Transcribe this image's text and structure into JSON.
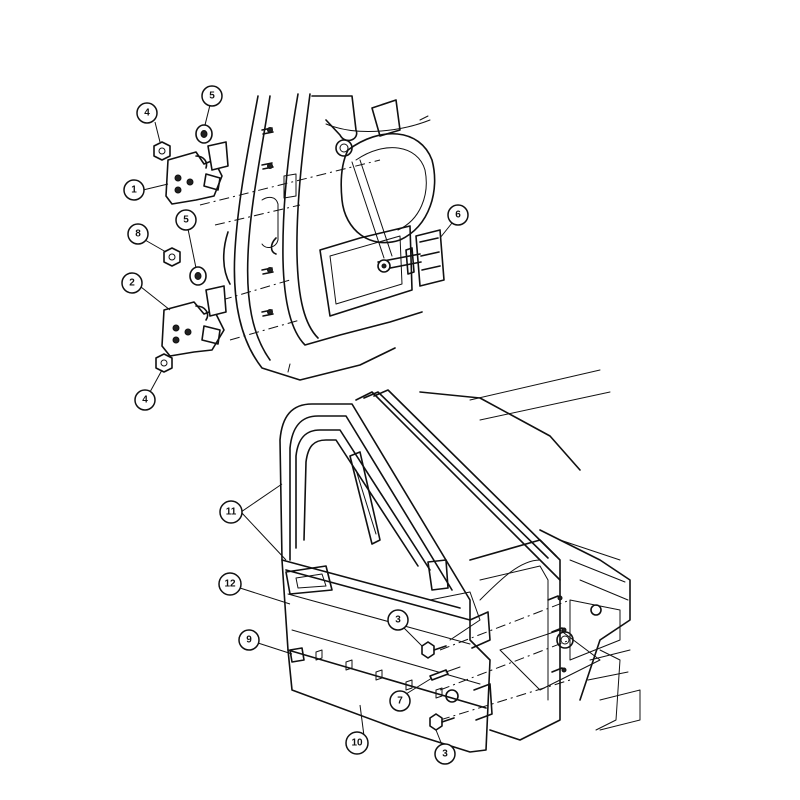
{
  "callouts": {
    "c1": "1",
    "c2": "2",
    "c3a": "3",
    "c3b": "3",
    "c4a": "4",
    "c4b": "4",
    "c5a": "5",
    "c5b": "5",
    "c6": "6",
    "c7": "7",
    "c8": "8",
    "c9": "9",
    "c10": "10",
    "c11": "11",
    "c12": "12"
  }
}
